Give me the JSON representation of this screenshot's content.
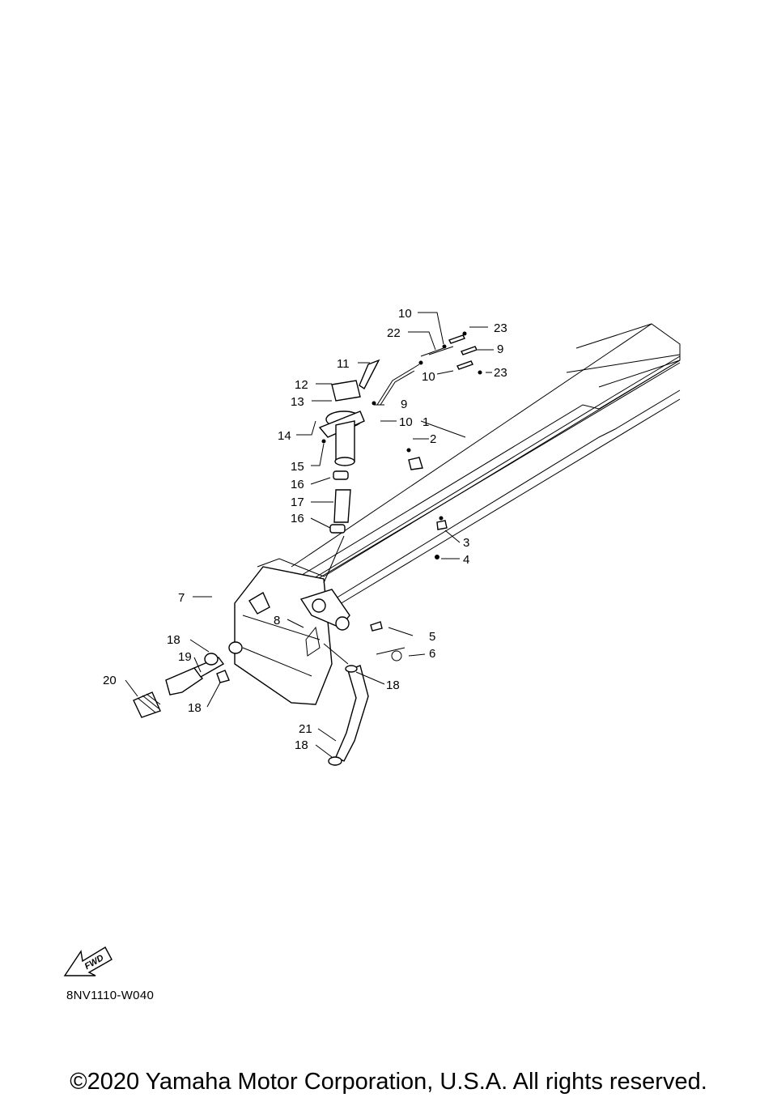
{
  "callouts": [
    {
      "id": "c1",
      "text": "1"
    },
    {
      "id": "c2",
      "text": "2"
    },
    {
      "id": "c3",
      "text": "3"
    },
    {
      "id": "c4",
      "text": "4"
    },
    {
      "id": "c5",
      "text": "5"
    },
    {
      "id": "c6",
      "text": "6"
    },
    {
      "id": "c7",
      "text": "7"
    },
    {
      "id": "c8",
      "text": "8"
    },
    {
      "id": "c9a",
      "text": "9"
    },
    {
      "id": "c9b",
      "text": "9"
    },
    {
      "id": "c10a",
      "text": "10"
    },
    {
      "id": "c10b",
      "text": "10"
    },
    {
      "id": "c10c",
      "text": "10"
    },
    {
      "id": "c11",
      "text": "11"
    },
    {
      "id": "c12",
      "text": "12"
    },
    {
      "id": "c13",
      "text": "13"
    },
    {
      "id": "c14",
      "text": "14"
    },
    {
      "id": "c15",
      "text": "15"
    },
    {
      "id": "c16a",
      "text": "16"
    },
    {
      "id": "c16b",
      "text": "16"
    },
    {
      "id": "c17",
      "text": "17"
    },
    {
      "id": "c18a",
      "text": "18"
    },
    {
      "id": "c18b",
      "text": "18"
    },
    {
      "id": "c18c",
      "text": "18"
    },
    {
      "id": "c18d",
      "text": "18"
    },
    {
      "id": "c19",
      "text": "19"
    },
    {
      "id": "c20",
      "text": "20"
    },
    {
      "id": "c21",
      "text": "21"
    },
    {
      "id": "c22",
      "text": "22"
    },
    {
      "id": "c23a",
      "text": "23"
    },
    {
      "id": "c23b",
      "text": "23"
    }
  ],
  "fwd_label": "FWD",
  "drawing_code": "8NV1110-W040",
  "copyright": "©2020 Yamaha Motor Corporation, U.S.A. All rights reserved."
}
